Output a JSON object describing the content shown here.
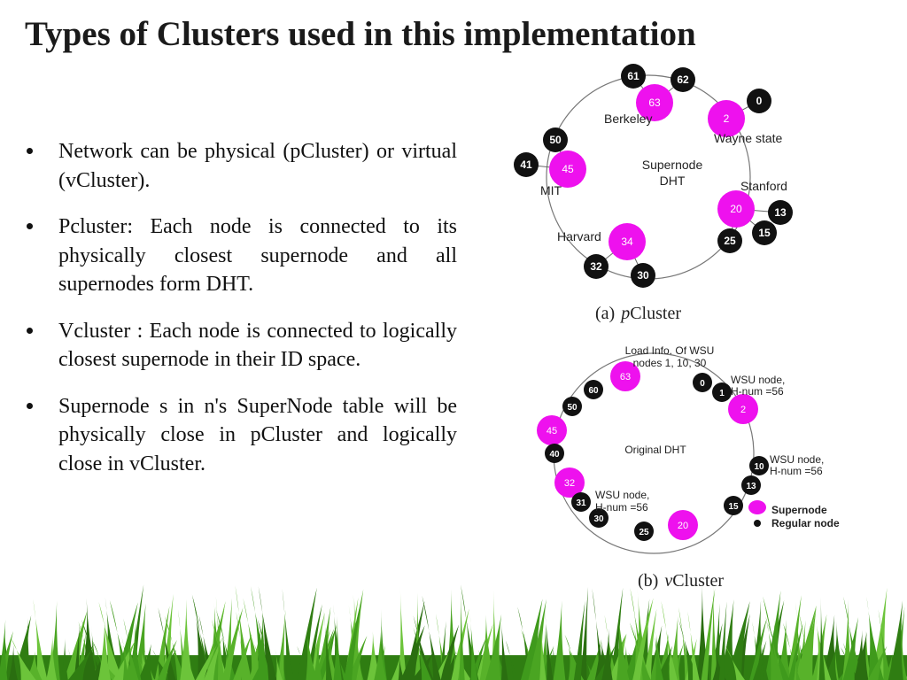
{
  "title": "Types of Clusters used in this implementation",
  "bullets": [
    "Network can be physical (pCluster) or virtual (vCluster).",
    "Pcluster: Each node is connected to its physically closest supernode and all supernodes form DHT.",
    "Vcluster : Each node is connected to logically closest supernode in their ID space.",
    "Supernode s in n's SuperNode table will be physically close in pCluster and logically close in vCluster."
  ],
  "colors": {
    "supernode": "#ee11ee",
    "regular": "#111111",
    "grass": "#3f9a1c"
  },
  "pcluster": {
    "caption_a": "(a) ",
    "caption_p": "p",
    "caption_rest": "Cluster",
    "center_label_1": "Supernode",
    "center_label_2": "DHT",
    "site_labels": {
      "berkeley": "Berkeley",
      "wayne": "Wayne state",
      "mit": "MIT",
      "stanford": "Stanford",
      "harvard": "Harvard"
    },
    "supernodes": {
      "berkeley": "63",
      "wayne": "2",
      "mit": "45",
      "stanford": "20",
      "harvard": "34"
    },
    "regular": {
      "n61": "61",
      "n62": "62",
      "n0": "0",
      "n50": "50",
      "n41": "41",
      "n13": "13",
      "n15": "15",
      "n25": "25",
      "n32": "32",
      "n30": "30"
    }
  },
  "vcluster": {
    "caption_a": "(b) ",
    "caption_v": "v",
    "caption_rest": "Cluster",
    "center_label": "Original DHT",
    "load_info_1": "Load Info. Of WSU",
    "load_info_2": "nodes 1, 10, 30",
    "wsu_1a": "WSU node,",
    "wsu_1b": "H-num =56",
    "wsu_2a": "WSU node,",
    "wsu_2b": "H-num =56",
    "wsu_3a": "WSU node,",
    "wsu_3b": "H-num =56",
    "supernodes": {
      "s63": "63",
      "s2": "2",
      "s45": "45",
      "s32": "32",
      "s20": "20"
    },
    "regular": {
      "n0": "0",
      "n1": "1",
      "n60": "60",
      "n50": "50",
      "n40": "40",
      "n10": "10",
      "n13": "13",
      "n15": "15",
      "n31": "31",
      "n30": "30",
      "n25": "25"
    },
    "legend_supernode": "Supernode",
    "legend_regular": "Regular node"
  }
}
